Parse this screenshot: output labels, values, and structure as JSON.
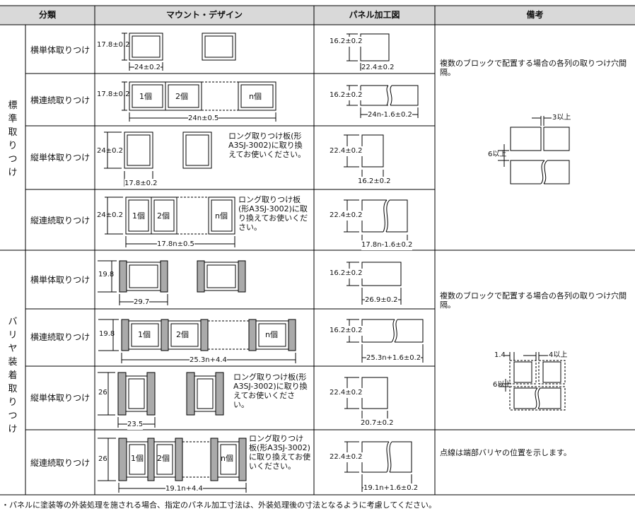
{
  "header": {
    "col1": "分類",
    "col2": "マウント・デザイン",
    "col3": "パネル加工図",
    "col4": "備考"
  },
  "groups": [
    {
      "label": "標準取りつけ"
    },
    {
      "label": "バリヤ装着取りつけ"
    }
  ],
  "rows": [
    {
      "label": "横単体取りつけ",
      "mount_dims": [
        "17.8±0.2",
        "24±0.2"
      ],
      "panel_dims": [
        "16.2±0.2",
        "22.4±0.2"
      ]
    },
    {
      "label": "横連続取りつけ",
      "mount_dims": [
        "17.8±0.2",
        "24n±0.5"
      ],
      "units": [
        "1個",
        "2個",
        "n個"
      ],
      "panel_dims": [
        "16.2±0.2",
        "24n-1.6±0.2"
      ]
    },
    {
      "label": "縦単体取りつけ",
      "mount_dims": [
        "24±0.2",
        "17.8±0.2"
      ],
      "note": "ロング取りつけ板(形A3SJ-3002)に取り換えてお使いください。",
      "panel_dims": [
        "22.4±0.2",
        "16.2±0.2"
      ]
    },
    {
      "label": "縦連続取りつけ",
      "mount_dims": [
        "24±0.2",
        "17.8n±0.5"
      ],
      "units": [
        "1個",
        "2個",
        "n個"
      ],
      "note": "ロング取りつけ板(形A3SJ-3002)に取り換えてお使いください。",
      "panel_dims": [
        "22.4±0.2",
        "17.8n-1.6±0.2"
      ]
    },
    {
      "label": "横単体取りつけ",
      "mount_dims": [
        "19.8",
        "29.7"
      ],
      "panel_dims": [
        "16.2±0.2",
        "26.9±0.2"
      ]
    },
    {
      "label": "横連続取りつけ",
      "mount_dims": [
        "19.8",
        "25.3n+4.4"
      ],
      "units": [
        "1個",
        "2個",
        "n個"
      ],
      "panel_dims": [
        "16.2±0.2",
        "25.3n+1.6±0.2"
      ]
    },
    {
      "label": "縦単体取りつけ",
      "mount_dims": [
        "26",
        "23.5"
      ],
      "note": "ロング取りつけ板(形A3SJ-3002)に取り換えてお使いください。",
      "panel_dims": [
        "22.4±0.2",
        "20.7±0.2"
      ]
    },
    {
      "label": "縦連続取りつけ",
      "mount_dims": [
        "26",
        "19.1n+4.4"
      ],
      "units": [
        "1個",
        "2個",
        "n個"
      ],
      "note": "ロング取りつけ板(形A3SJ-3002)に取り換えてお使いください。",
      "panel_dims": [
        "22.4±0.2",
        "19.1n+1.6±0.2"
      ]
    }
  ],
  "remarks": {
    "standard_text": "複数のブロックで配置する場合の各列の取りつけ穴間隔。",
    "standard_dims": [
      "3以上",
      "6以上"
    ],
    "barrier_text": "複数のブロックで配置する場合の各列の取りつけ穴間隔。",
    "barrier_dims": [
      "1.4",
      "4以上",
      "6以上"
    ],
    "dotted_note": "点線は端部バリヤの位置を示します。"
  },
  "footnote": "・パネルに塗装等の外装処理を施される場合、指定のパネル加工寸法は、外装処理後の寸法となるように考慮してください。"
}
